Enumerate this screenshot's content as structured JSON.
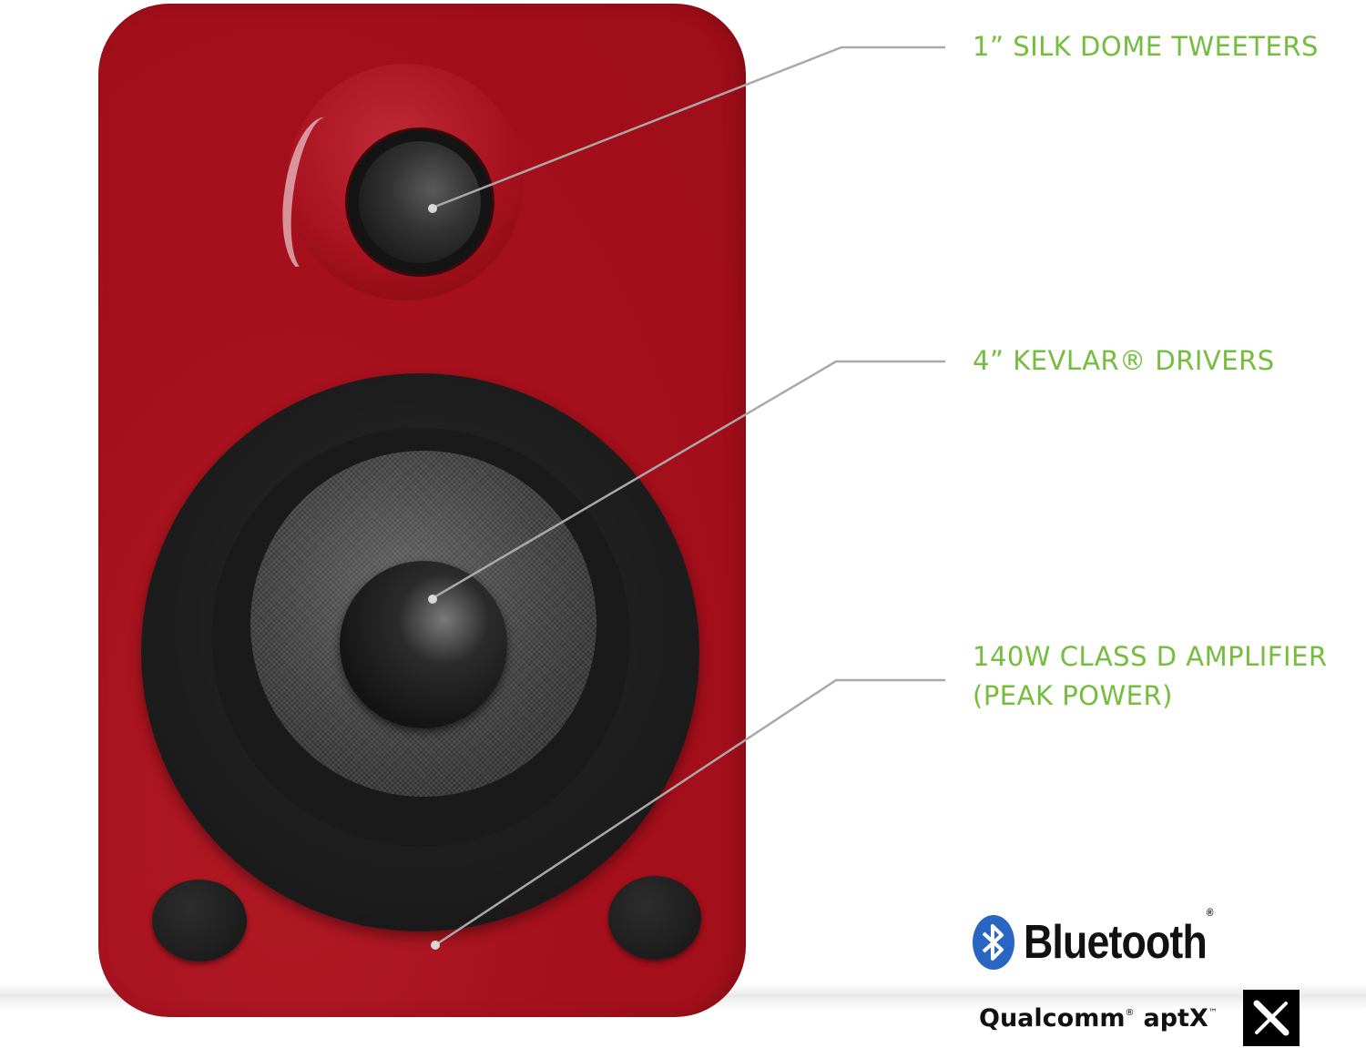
{
  "features": {
    "tweeter": "1” SILK DOME TWEETERS",
    "driver": "4” KEVLAR® DRIVERS",
    "amplifier_line1": "140W CLASS D AMPLIFIER",
    "amplifier_line2": "(PEAK POWER)"
  },
  "logos": {
    "bluetooth": {
      "text": "Bluetooth",
      "mark": "®",
      "icon": "bluetooth-rune-icon",
      "color": "#2a66c1"
    },
    "aptx": {
      "brand": "Qualcomm",
      "brand_mark": "®",
      "text": "aptX",
      "text_mark": "™",
      "icon": "aptx-x-icon"
    }
  },
  "colors": {
    "label_green": "#74bd3d",
    "cabinet_red": "#a6101d",
    "callout_line": "#a9a9a9"
  }
}
